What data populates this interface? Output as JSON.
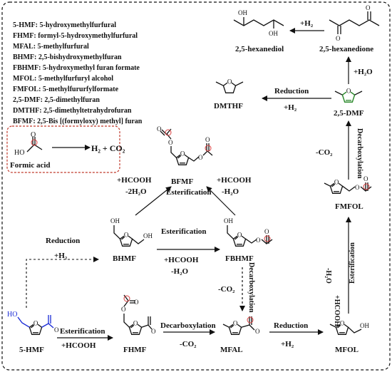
{
  "legend": [
    "5-HMF: 5-hydroxymethylfurfural",
    "FHMF: formyl-5-hydroxymethylfurfural",
    "MFAL: 5-methylfurfural",
    "BHMF: 2,5-bishydroxymethylfuran",
    "FBHMF: 5-hydroxymethyl furan formate",
    "MFOL: 5-methylfurfuryl alcohol",
    "FMFOL: 5-methylfururfylformate",
    "2,5-DMF: 2,5-dimethylfuran",
    "DMTHF: 2,5-dimethyltetrahydrofuran",
    "BFMF: 2,5-Bis [(formyloxy) methyl] furan"
  ],
  "formic_box": {
    "equation": "H₂ + CO₂",
    "label": "Formic acid",
    "atom_ho": "HO",
    "atom_o": "O"
  },
  "compounds": {
    "hmf": "5-HMF",
    "fhmf": "FHMF",
    "mfal": "MFAL",
    "mfol": "MFOL",
    "bhmf": "BHMF",
    "fbhmf": "FBHMF",
    "bfmf": "BFMF",
    "fmfol": "FMFOL",
    "dmf": "2,5-DMF",
    "dmthf": "DMTHF",
    "hexanedione": "2,5-hexanedione",
    "hexanediol": "2,5-hexanediol"
  },
  "reactions": {
    "esterification": "Esterification",
    "plus_hcooh": "+HCOOH",
    "decarboxylation": "Decarboxylation",
    "minus_co2": "-CO₂",
    "reduction": "Reduction",
    "plus_h2": "+H₂",
    "minus_2h2o": "-2H₂O",
    "minus_h2o": "-H₂O",
    "plus_h2o": "+H₂O"
  },
  "atoms": {
    "o": "O",
    "oh": "OH",
    "ho": "HO"
  },
  "colors": {
    "hydroxyl": "#1a2bd6",
    "ring": "#2e8b2e",
    "highlight": "#d94040"
  }
}
